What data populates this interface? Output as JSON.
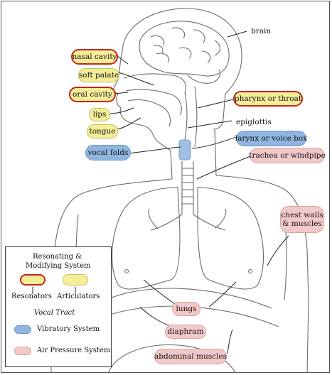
{
  "labels": {
    "brain": "brain",
    "epiglottis": "epiglottis"
  },
  "resonators": {
    "nasal_cavity": "nasal cavity",
    "oral_cavity": "oral cavity",
    "pharynx": "pharynx or throat"
  },
  "articulators": {
    "soft_palate": "soft palate",
    "lips": "lips",
    "tongue": "tongue"
  },
  "vibratory": {
    "vocal_folds": "vocal folds",
    "larynx": "larynx or voice box"
  },
  "air_pressure": {
    "trachea": "trachea or windpipe",
    "chest_walls_line1": "chest walls",
    "chest_walls_line2": "& muscles",
    "lungs": "lungs",
    "diaphram": "diaphram",
    "abdominal": "abdominal muscles"
  },
  "legend": {
    "title_line1": "Resonating &",
    "title_line2": "Modifying System",
    "resonators": "Resonators",
    "articulators": "Articulators",
    "vocal_tract": "Vocal Tract",
    "vibratory": "Vibratory System",
    "air_pressure": "Air Pressure System"
  },
  "colors": {
    "articulator_fill": "#f4ee98",
    "resonator_border": "#c8231c",
    "vibratory_fill": "#8fb6e0",
    "air_pressure_fill": "#f2c9c9"
  }
}
